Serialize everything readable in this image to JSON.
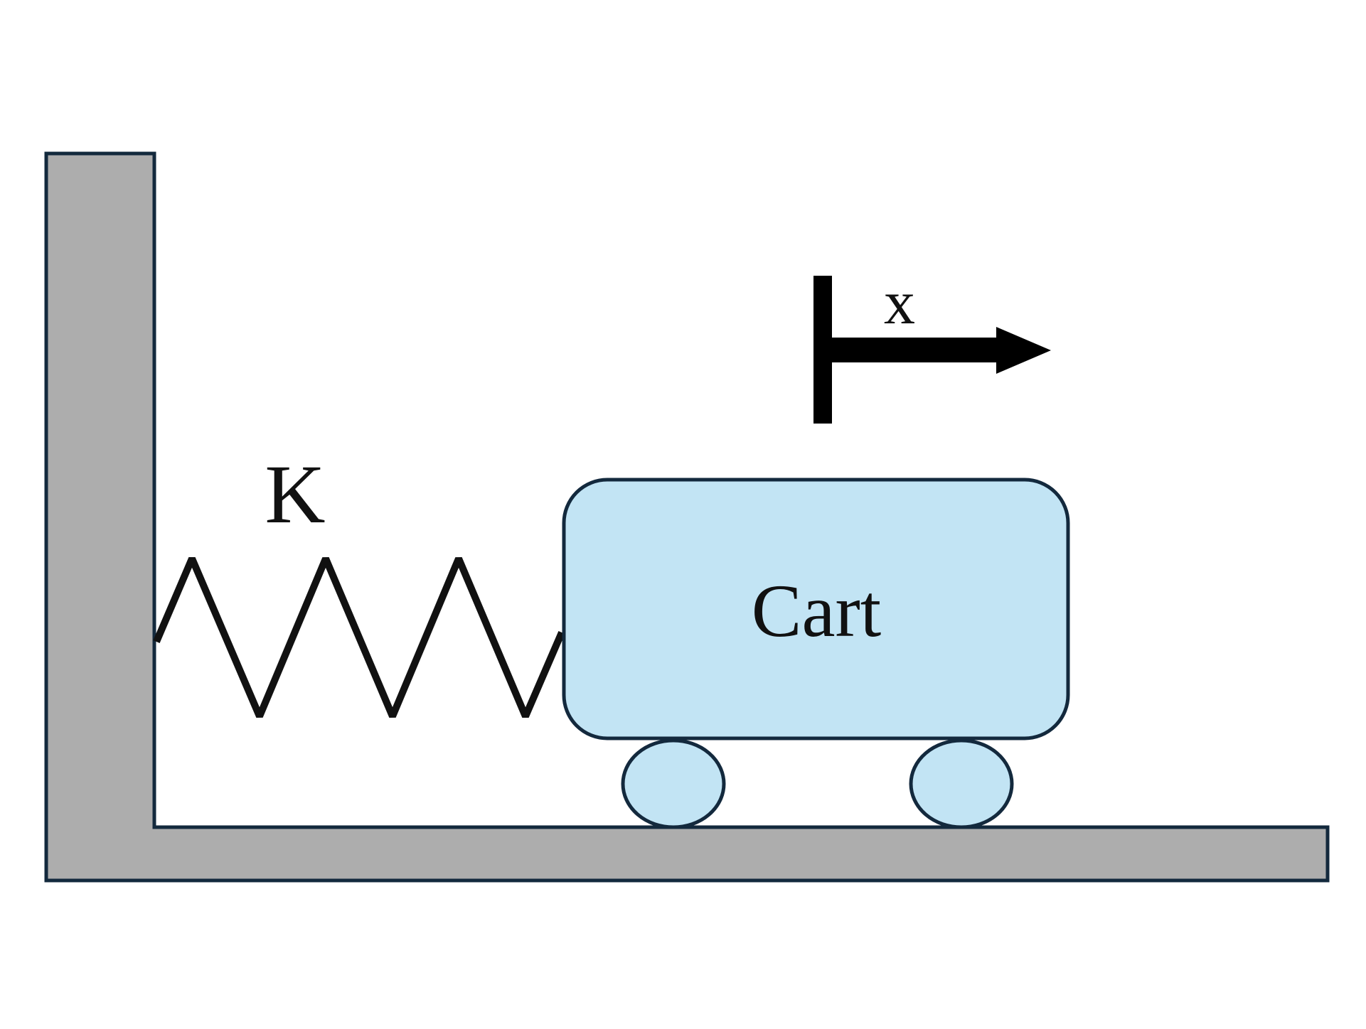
{
  "diagram": {
    "spring_label": "K",
    "cart_label": "Cart",
    "displacement_label": "x"
  },
  "colors": {
    "wall": "#adadad",
    "outline": "#13293d",
    "cart_fill": "#c2e4f4",
    "spring": "#111111",
    "arrow": "#000000",
    "background": "#ffffff"
  }
}
